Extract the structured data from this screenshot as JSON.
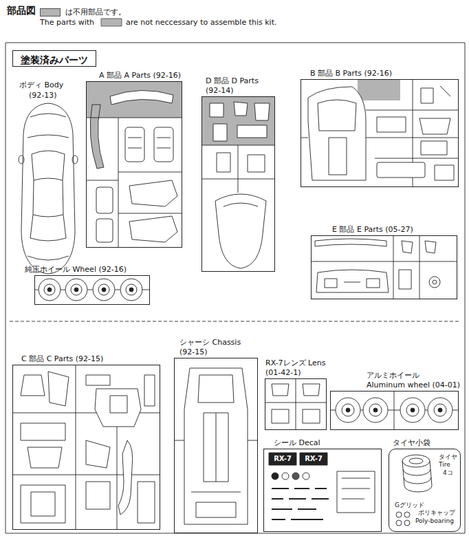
{
  "diagram": {
    "title": "部品図",
    "nodes": [
      {
        "text": [
          "塗装済みパーツ"
        ]
      },
      {
        "text": [
          "A 部品 A Parts (92-16)"
        ]
      },
      {
        "text": [
          "D 部品 D Parts",
          "(92-14)"
        ]
      },
      {
        "text": [
          "B 部品 B Parts (92-16)"
        ]
      },
      {
        "text": [
          "E 部品 E Parts (05-27)"
        ]
      },
      {
        "text": [
          "純正ホイール Wheel (92-16)"
        ]
      },
      {
        "text": [
          "C 部品 C Parts (92-15)"
        ]
      },
      {
        "text": [
          "シャーシ Chassis",
          "(92-15)"
        ]
      },
      {
        "text": [
          "RX-7レンズ Lens",
          "(01-42-1)"
        ]
      },
      {
        "text": [
          "アルミホイール",
          "Aluminum wheel (04-01)"
        ]
      },
      {
        "text": [
          "シール Decal",
          "RX-7",
          "RX-7"
        ]
      },
      {
        "text": [
          "タイヤ小袋",
          "タイヤ",
          "Tire",
          "4コ",
          "Gグリッド",
          "ポリキャップ",
          "Poly-boaring"
        ]
      }
    ],
    "labels": [
      "The parts with",
      "are not neccessary to assemble this kit.",
      "ボディ Body",
      "(92-13)"
    ],
    "legend": [
      {
        "text": "は不用部品です。",
        "color": "#b3b3b3"
      }
    ]
  }
}
